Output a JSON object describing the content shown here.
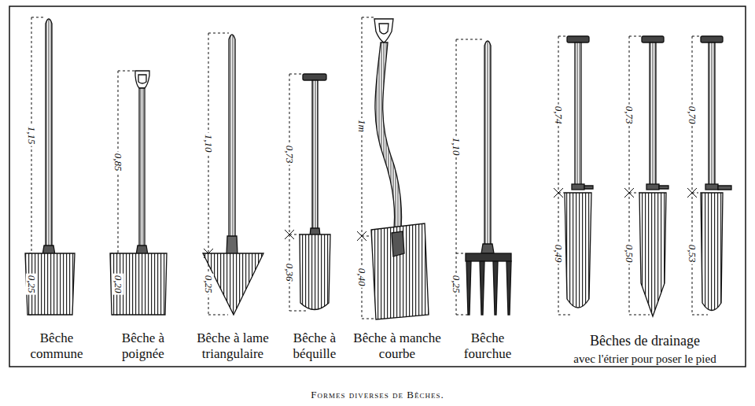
{
  "diagram": {
    "caption": "Formes diverses de Bêches.",
    "labels": [
      "1,15",
      "0,25",
      "0,85",
      "0,20",
      "1,10",
      "0,25",
      "0,73",
      "0,36",
      "1m",
      "0,40",
      "1,10",
      "0,25",
      "0,74",
      "0,49",
      "0,73",
      "0,50",
      "0,70",
      "0,53",
      "Bêche commune",
      "Bêche à poignée",
      "Bêche à lame triangulaire",
      "Bêche à béquille",
      "Bêche à manche courbe",
      "Bêche fourchue",
      "Bêches de drainage",
      "avec l'étrier pour poser le pied"
    ]
  }
}
